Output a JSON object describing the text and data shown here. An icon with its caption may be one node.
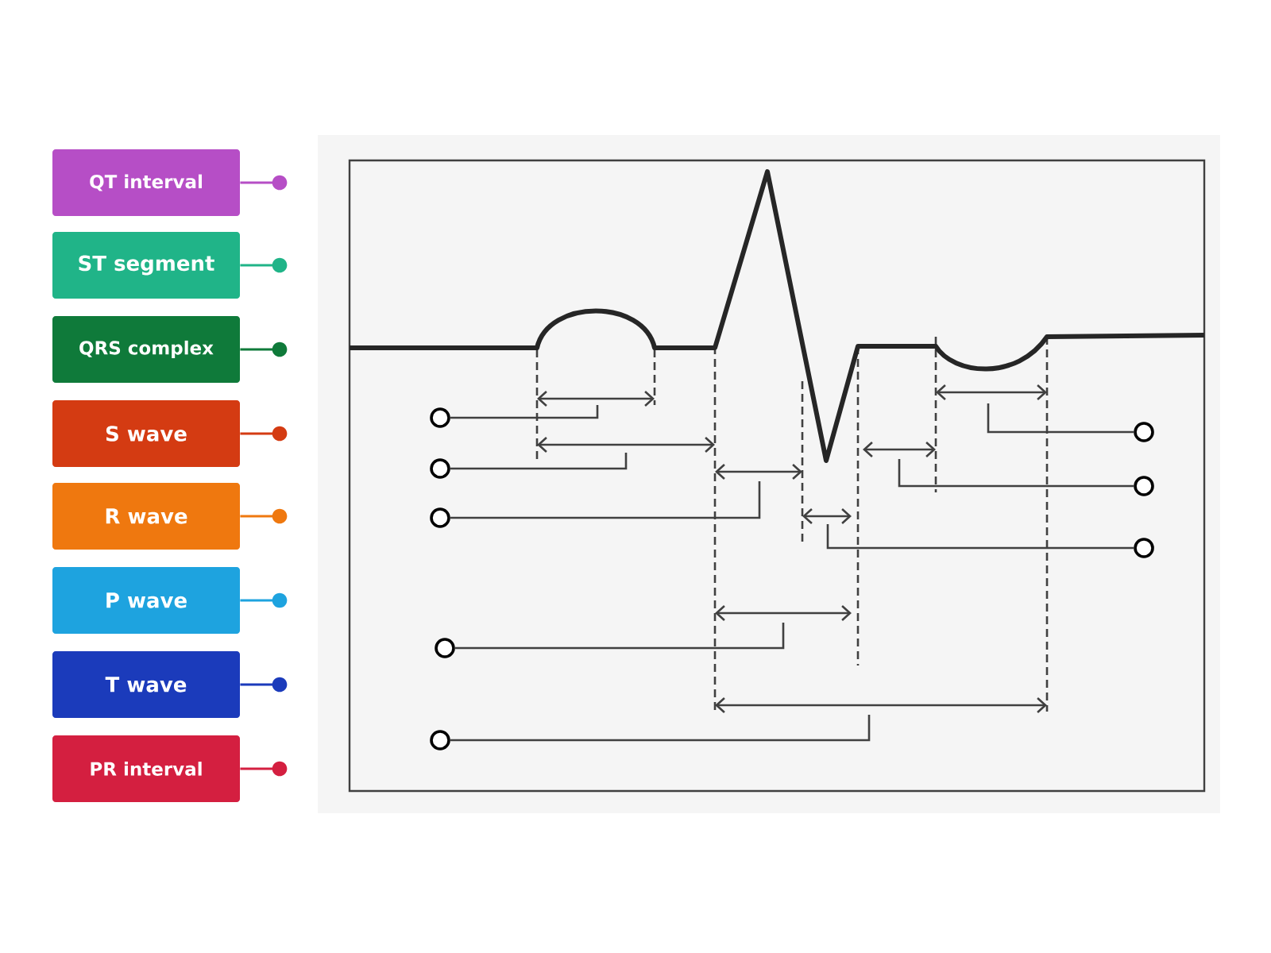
{
  "diagram": {
    "nodes": [
      {
        "text": [
          "QT interval"
        ]
      },
      {
        "text": [
          "ST segment"
        ]
      },
      {
        "text": [
          "QRS complex"
        ]
      },
      {
        "text": [
          "S wave"
        ]
      },
      {
        "text": [
          "R wave"
        ]
      },
      {
        "text": [
          "P wave"
        ]
      },
      {
        "text": [
          "T wave"
        ]
      },
      {
        "text": [
          "PR interval"
        ]
      },
      {
        "text": [],
        "shape": "circle"
      },
      {
        "text": [],
        "shape": "circle"
      },
      {
        "text": [],
        "shape": "circle"
      },
      {
        "text": [],
        "shape": "circle"
      },
      {
        "text": [],
        "shape": "circle"
      },
      {
        "text": [],
        "shape": "circle"
      },
      {
        "text": [],
        "shape": "circle"
      },
      {
        "text": [],
        "shape": "circle"
      }
    ],
    "edges": [
      {
        "from": 0,
        "to": null,
        "arrow": "other",
        "color": "#b64ec6"
      },
      {
        "from": 1,
        "to": null,
        "arrow": "other",
        "color": "#20b488"
      },
      {
        "from": 2,
        "to": null,
        "arrow": "other",
        "color": "#0f7a3a"
      },
      {
        "from": 3,
        "to": null,
        "arrow": "other",
        "color": "#d43b12"
      },
      {
        "from": 4,
        "to": null,
        "arrow": "other",
        "color": "#ef780f"
      },
      {
        "from": 5,
        "to": null,
        "arrow": "other",
        "color": "#1ea3df"
      },
      {
        "from": 6,
        "to": null,
        "arrow": "other",
        "color": "#1b3bbb"
      },
      {
        "from": 7,
        "to": null,
        "arrow": "other",
        "color": "#d41f40"
      },
      {
        "from": 8,
        "to": null,
        "arrow": "none"
      },
      {
        "from": 9,
        "to": null,
        "arrow": "none"
      },
      {
        "from": 10,
        "to": null,
        "arrow": "none"
      },
      {
        "from": 11,
        "to": null,
        "arrow": "none"
      },
      {
        "from": 12,
        "to": null,
        "arrow": "none"
      },
      {
        "from": 13,
        "to": null,
        "arrow": "none"
      },
      {
        "from": 14,
        "to": null,
        "arrow": "none"
      },
      {
        "from": 15,
        "to": null,
        "arrow": "none"
      }
    ]
  }
}
